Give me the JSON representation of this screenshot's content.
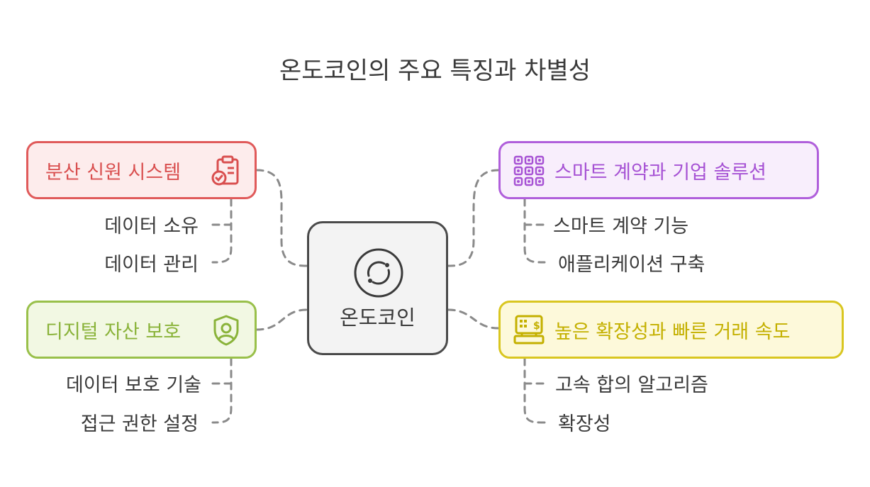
{
  "title": "온도코인의 주요 특징과 차별성",
  "center": {
    "label": "온도코인",
    "icon": "coin-cycle-icon"
  },
  "branches": {
    "decentralized_trust": {
      "label": "분산 신원 시스템",
      "icon": "clipboard-check-icon",
      "color": "#e05a5a",
      "children": [
        "데이터 소유",
        "데이터 관리"
      ]
    },
    "digital_asset": {
      "label": "디지털 자산 보호",
      "icon": "shield-user-icon",
      "color": "#99c04a",
      "children": [
        "데이터 보호 기술",
        "접근 권한 설정"
      ]
    },
    "smart_contract": {
      "label": "스마트 계약과 기업 솔루션",
      "icon": "circuit-grid-icon",
      "color": "#b05fdb",
      "children": [
        "스마트 계약 기능",
        "애플리케이션 구축"
      ]
    },
    "scalability": {
      "label": "높은 확장성과 빠른 거래 속도",
      "icon": "cash-register-icon",
      "color": "#d9c620",
      "children": [
        "고속 합의 알고리즘",
        "확장성"
      ]
    }
  }
}
